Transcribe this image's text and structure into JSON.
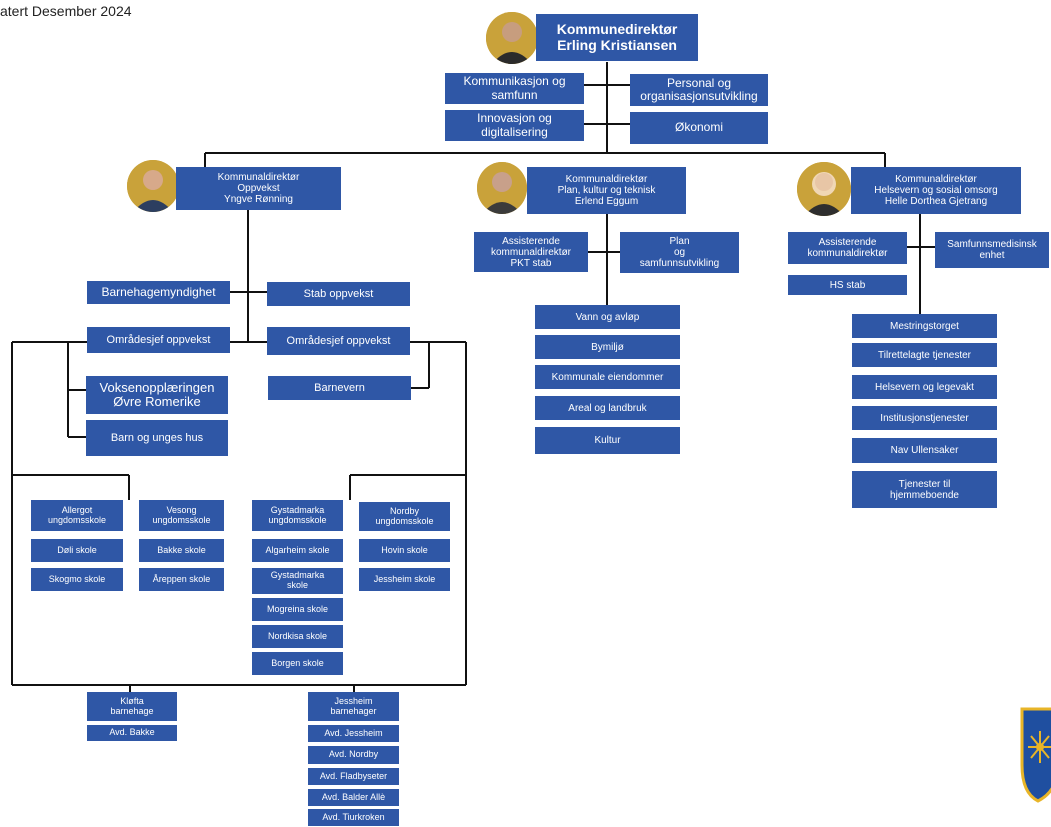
{
  "header": {
    "updated": "atert Desember 2024"
  },
  "top": {
    "title": "Kommunedirektør",
    "name": "Erling Kristiansen"
  },
  "staff": {
    "kommunikasjon": [
      "Kommunikasjon og",
      "samfunn"
    ],
    "personal": [
      "Personal og",
      "organisasjonsutvikling"
    ],
    "innovasjon": [
      "Innovasjon og",
      "digitalisering"
    ],
    "okonomi": [
      "Økonomi"
    ]
  },
  "oppvekst": {
    "head": [
      "Kommunaldirektør",
      "Oppvekst",
      "Yngve Rønning"
    ],
    "barnehagemyndighet": "Barnehagemyndighet",
    "stab": "Stab oppvekst",
    "omradesjef_left": "Områdesjef oppvekst",
    "omradesjef_right": "Områdesjef oppvekst",
    "voksen": [
      "Voksenopplæringen",
      "Øvre Romerike"
    ],
    "barn_unge": "Barn og unges hus",
    "barnevern": "Barnevern",
    "allergot": [
      "Allergot",
      "ungdomsskole"
    ],
    "vesong": [
      "Vesong",
      "ungdomsskole"
    ],
    "doli": "Døli skole",
    "bakke_skole": "Bakke skole",
    "skogmo": "Skogmo skole",
    "areppen": "Åreppen skole",
    "gystadmarka_u": [
      "Gystadmarka",
      "ungdomsskole"
    ],
    "nordby_u": [
      "Nordby",
      "ungdomsskole"
    ],
    "algarheim": "Algarheim skole",
    "hovin": "Hovin skole",
    "gystadmarka_s": [
      "Gystadmarka",
      "skole"
    ],
    "jessheim_s": "Jessheim skole",
    "mogreina": "Mogreina skole",
    "nordkisa": "Nordkisa skole",
    "borgen": "Borgen skole",
    "klofta": [
      "Kløfta",
      "barnehage"
    ],
    "avd_bakke": "Avd. Bakke",
    "jessheim_bh": [
      "Jessheim",
      "barnehager"
    ],
    "avd_jessheim": "Avd. Jessheim",
    "avd_nordby": "Avd. Nordby",
    "avd_fladbyseter": "Avd. Fladbyseter",
    "avd_balder": "Avd. Balder Allè",
    "avd_tiurkroken": "Avd. Tiurkroken"
  },
  "pkt": {
    "head": [
      "Kommunaldirektør",
      "Plan, kultur og teknisk",
      "Erlend Eggum"
    ],
    "assist": [
      "Assisterende",
      "kommunaldirektør",
      "PKT stab"
    ],
    "plan": [
      "Plan",
      "og",
      "samfunnsutvikling"
    ],
    "units": [
      "Vann og avløp",
      "Bymiljø",
      "Kommunale eiendommer",
      "Areal og landbruk",
      "Kultur"
    ]
  },
  "hso": {
    "head": [
      "Kommunaldirektør",
      "Helsevern og sosial omsorg",
      "Helle Dorthea Gjetrang"
    ],
    "assist": [
      "Assisterende",
      "kommunaldirektør"
    ],
    "samfunnsmed": [
      "Samfunnsmedisinsk",
      "enhet"
    ],
    "hs_stab": "HS stab",
    "units": [
      "Mestringstorget",
      "Tilrettelagte tjenester",
      "Helsevern og legevakt",
      "Institusjonstjenester",
      "Nav Ullensaker",
      "Tjenester til|hjemmeboende"
    ]
  },
  "colors": {
    "box": "#2f57a6",
    "line": "#111111",
    "text": "#ffffff",
    "crest": "#1f4fa0",
    "crest_gold": "#e8b528"
  }
}
